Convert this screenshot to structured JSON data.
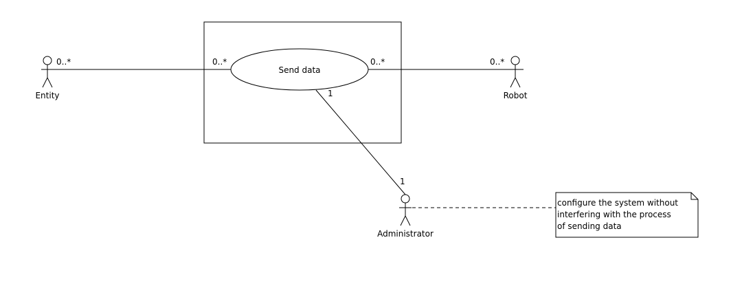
{
  "actors": {
    "entity": {
      "label": "Entity"
    },
    "robot": {
      "label": "Robot"
    },
    "administrator": {
      "label": "Administrator"
    }
  },
  "use_case": {
    "label": "Send data"
  },
  "multiplicities": {
    "entity_end": "0..*",
    "usecase_left": "0..*",
    "usecase_right": "0..*",
    "robot_end": "0..*",
    "usecase_bottom": "1",
    "administrator_end": "1"
  },
  "note": {
    "lines": [
      "configure the system without",
      "interfering with the process",
      "of sending data"
    ]
  }
}
